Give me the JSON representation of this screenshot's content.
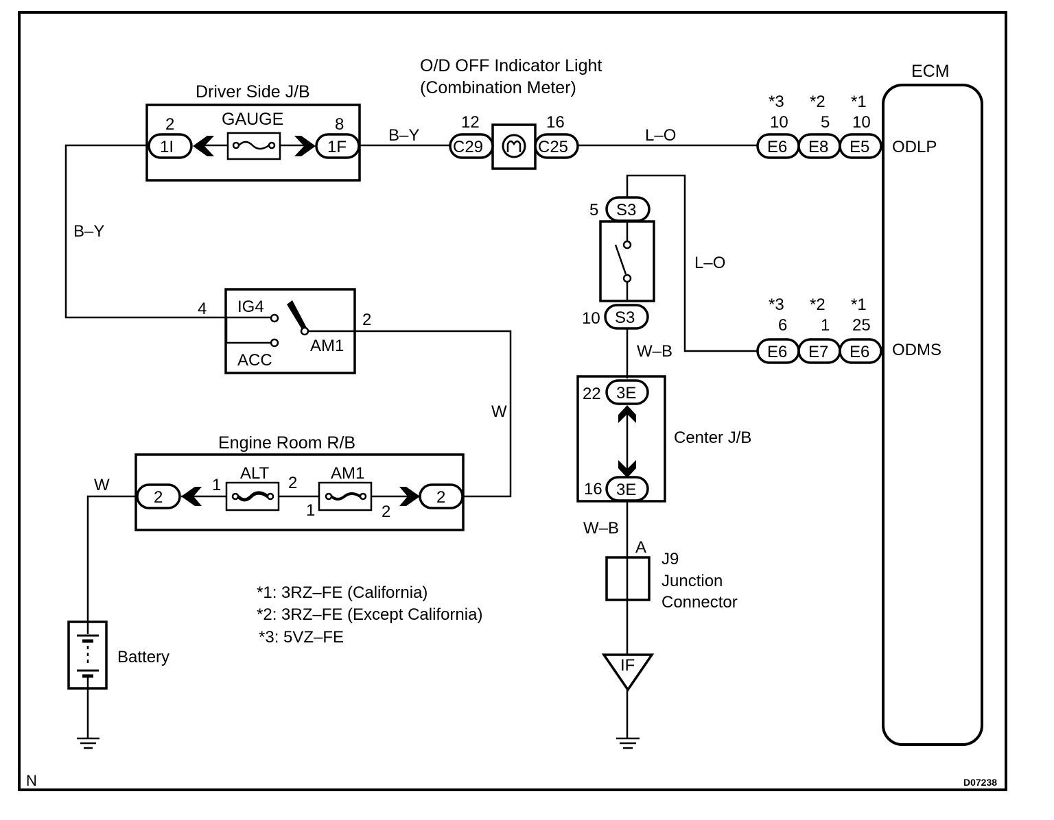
{
  "frame": {
    "corner_left": "N",
    "drawing_id": "D07238"
  },
  "driver_jb": {
    "title": "Driver Side J/B",
    "fuse": "GAUGE",
    "left_pin": "2",
    "left_conn": "1I",
    "right_pin": "8",
    "right_conn": "1F"
  },
  "indicator": {
    "title_line1": "O/D OFF Indicator Light",
    "title_line2": "(Combination Meter)",
    "left_pin": "12",
    "left_conn": "C29",
    "right_pin": "16",
    "right_conn": "C25"
  },
  "wires": {
    "by_top": "B–Y",
    "by_left": "B–Y",
    "lo_top": "L–O",
    "lo_mid": "L–O",
    "w_right": "W",
    "w_left": "W",
    "wb_mid": "W–B",
    "wb_low": "W–B"
  },
  "ecm": {
    "title": "ECM",
    "odlp": {
      "label": "ODLP",
      "variants": [
        "*3",
        "*2",
        "*1"
      ],
      "pins": [
        "10",
        "5",
        "10"
      ],
      "connectors": [
        "E6",
        "E8",
        "E5"
      ]
    },
    "odms": {
      "label": "ODMS",
      "variants": [
        "*3",
        "*2",
        "*1"
      ],
      "pins": [
        "6",
        "1",
        "25"
      ],
      "connectors": [
        "E6",
        "E7",
        "E6"
      ]
    }
  },
  "switch_s3": {
    "top_pin": "5",
    "top_conn": "S3",
    "bottom_pin": "10",
    "bottom_conn": "S3"
  },
  "ignition": {
    "pin_in": "4",
    "pin_out": "2",
    "ig4": "IG4",
    "acc": "ACC",
    "am1": "AM1"
  },
  "engine_rb": {
    "title": "Engine Room R/B",
    "left_conn": "2",
    "right_conn": "2",
    "alt_fuse": "ALT",
    "alt_pin_left": "1",
    "alt_pin_right": "2",
    "am1_fuse": "AM1",
    "am1_pin_left": "1",
    "am1_pin_right": "2"
  },
  "center_jb": {
    "title": "Center J/B",
    "top_pin": "22",
    "top_conn": "3E",
    "bottom_pin": "16",
    "bottom_conn": "3E"
  },
  "junction": {
    "pin": "A",
    "line1": "J9",
    "line2": "Junction",
    "line3": "Connector"
  },
  "ground_if": "IF",
  "battery": "Battery",
  "notes": [
    "*1: 3RZ–FE (California)",
    "*2: 3RZ–FE (Except California)",
    "*3: 5VZ–FE"
  ]
}
